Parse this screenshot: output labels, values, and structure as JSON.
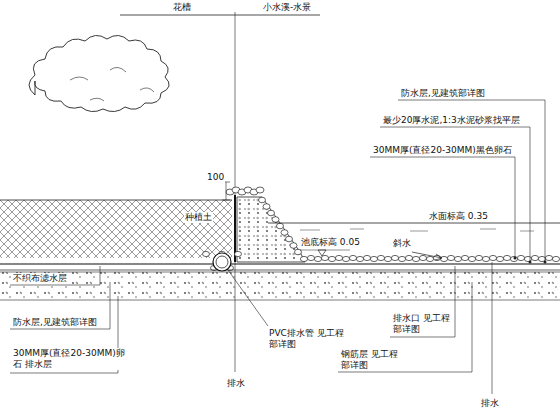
{
  "diagram": {
    "labels": [
      "花槽",
      "小水溪-水景",
      "防水层,见建筑部详图",
      "最少20厚水泥,1:3水泥砂浆找平层",
      "30MM厚(直径20-30MM)黑色卵石",
      "100",
      "种植土",
      "水面标高 0.35",
      "池底标高 0.05",
      "斜水",
      "不织布滤水层",
      "防水层,见建筑部详图",
      "30MM厚(直径20-30MM)卵石 排水层",
      "PVC排水管 见工程部详图",
      "排水",
      "排水口 见工程部详图",
      "钢筋层 见工程部详图",
      "排水"
    ]
  }
}
